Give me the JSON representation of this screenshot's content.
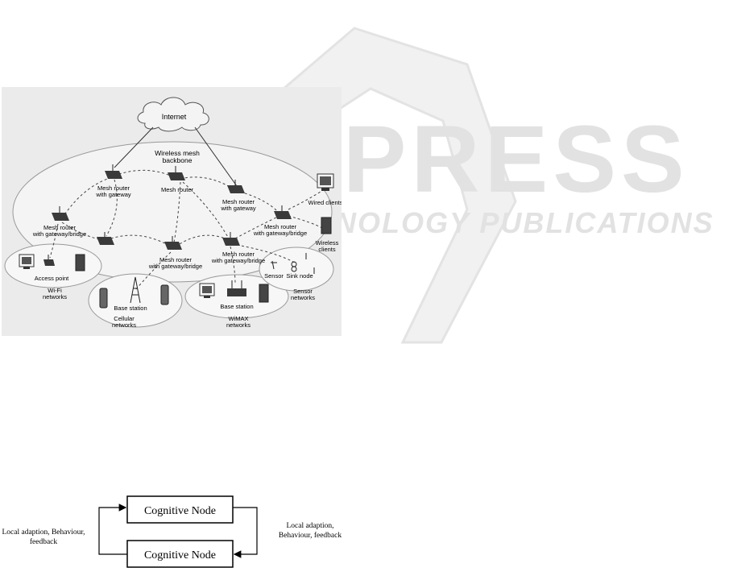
{
  "watermark": {
    "word": "SCITEPRESS",
    "tagline": "SCIENCE AND TECHNOLOGY PUBLICATIONS"
  },
  "figure1": {
    "internet": "Internet",
    "backbone": [
      "Wireless mesh",
      "backbone"
    ],
    "gateway_left": [
      "Mesh router",
      "with gateway"
    ],
    "router_center": "Mesh router",
    "gateway_right": [
      "Mesh router",
      "with gateway"
    ],
    "bridge_left": [
      "Mesh router",
      "with gateway/bridge"
    ],
    "bridge_right": [
      "Mesh router",
      "with gateway/bridge"
    ],
    "bridge_center": [
      "Mesh router",
      "with gateway/bridge"
    ],
    "bridge_lower_right": [
      "Mesh router",
      "with gateway/bridge"
    ],
    "wired_clients": "Wired clients",
    "wireless_clients": [
      "Wireless",
      "clients"
    ],
    "access_point": "Access point",
    "wifi": [
      "Wi-Fi",
      "networks"
    ],
    "base_station_cellular": "Base station",
    "cellular": [
      "Cellular",
      "networks"
    ],
    "base_station_wimax": "Base station",
    "wimax": [
      "WiMAX",
      "networks"
    ],
    "sensor": "Sensor",
    "sink_node": "Sink node",
    "sensor_networks": [
      "Sensor",
      "networks"
    ]
  },
  "figure2": {
    "node_top": "Cognitive Node",
    "node_bottom": "Cognitive Node",
    "left_label": [
      "Local adaption, Behaviour,",
      "feedback"
    ],
    "right_label": [
      "Local adaption,",
      "Behaviour, feedback"
    ]
  }
}
